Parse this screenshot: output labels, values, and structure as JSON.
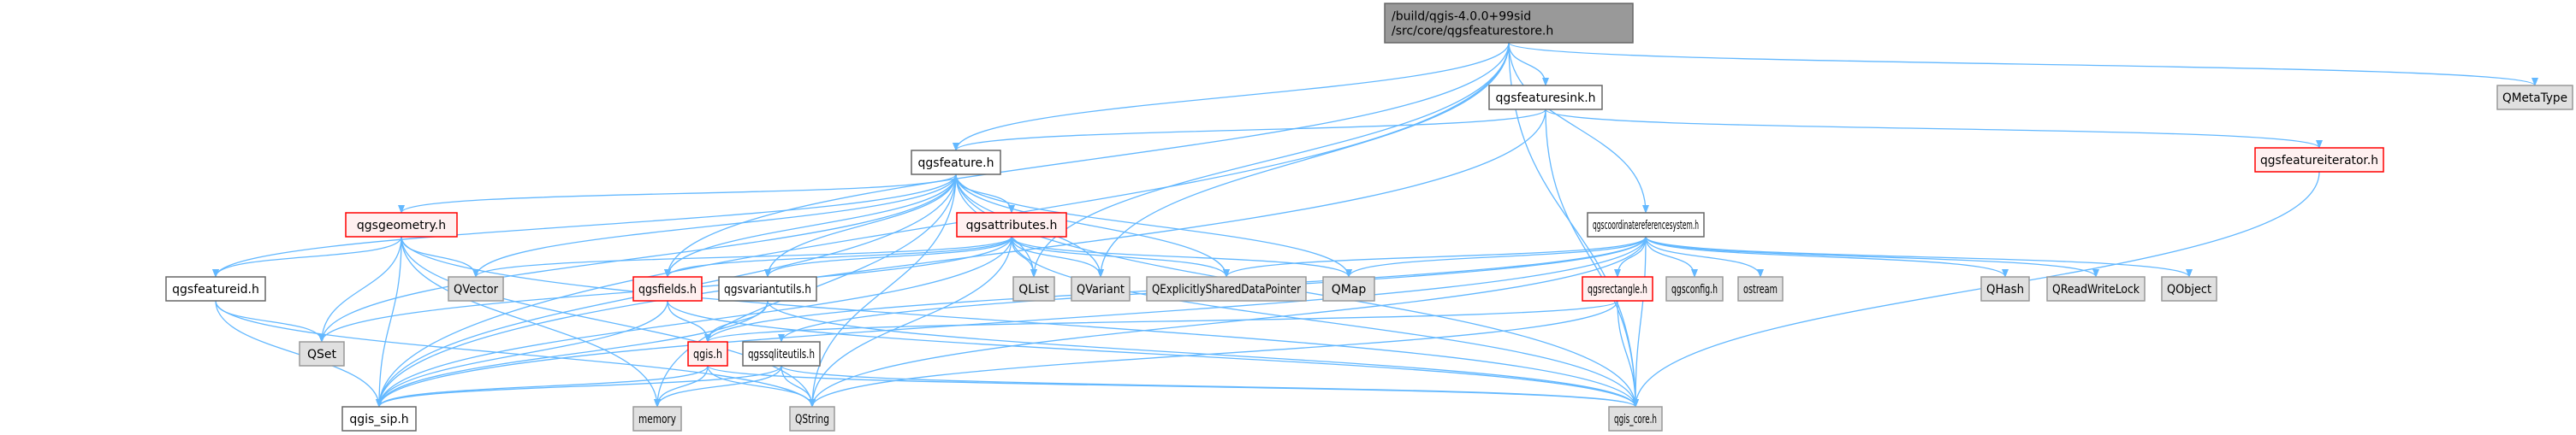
{
  "diagram": {
    "title": "Include dependency graph for qgsfeaturestore.h",
    "colors": {
      "edge": "#63b8ff",
      "root_fill": "#999999",
      "root_border": "#666666",
      "normal_fill": "#ffffff",
      "normal_border": "#666666",
      "truncated_fill": "#fff0f0",
      "truncated_border": "#ff0000",
      "external_fill": "#e0e0e0",
      "external_border": "#999999"
    },
    "nodes": [
      {
        "id": "root",
        "lines": [
          "/build/qgis-4.0.0+99sid",
          "/src/core/qgsfeaturestore.h"
        ],
        "kind": "root"
      },
      {
        "id": "qgsfeaturesink",
        "lines": [
          "qgsfeaturesink.h"
        ],
        "kind": "normal"
      },
      {
        "id": "QMetaType",
        "lines": [
          "QMetaType"
        ],
        "kind": "external"
      },
      {
        "id": "qgsfeature",
        "lines": [
          "qgsfeature.h"
        ],
        "kind": "normal"
      },
      {
        "id": "qgsfeatureiterator",
        "lines": [
          "qgsfeatureiterator.h"
        ],
        "kind": "truncated"
      },
      {
        "id": "qgscrs",
        "lines": [
          "qgscoordinatereferencesystem.h"
        ],
        "kind": "normal"
      },
      {
        "id": "qgsgeometry",
        "lines": [
          "qgsgeometry.h"
        ],
        "kind": "truncated"
      },
      {
        "id": "qgsattributes",
        "lines": [
          "qgsattributes.h"
        ],
        "kind": "truncated"
      },
      {
        "id": "qgsfeatureid",
        "lines": [
          "qgsfeatureid.h"
        ],
        "kind": "normal"
      },
      {
        "id": "QVector",
        "lines": [
          "QVector"
        ],
        "kind": "external"
      },
      {
        "id": "qgsfields",
        "lines": [
          "qgsfields.h"
        ],
        "kind": "truncated"
      },
      {
        "id": "qgsvariantutils",
        "lines": [
          "qgsvariantutils.h"
        ],
        "kind": "normal"
      },
      {
        "id": "QList",
        "lines": [
          "QList"
        ],
        "kind": "external"
      },
      {
        "id": "QVariant",
        "lines": [
          "QVariant"
        ],
        "kind": "external"
      },
      {
        "id": "QESDP",
        "lines": [
          "QExplicitlySharedDataPointer"
        ],
        "kind": "external"
      },
      {
        "id": "QMap",
        "lines": [
          "QMap"
        ],
        "kind": "external"
      },
      {
        "id": "qgsrectangle",
        "lines": [
          "qgsrectangle.h"
        ],
        "kind": "truncated"
      },
      {
        "id": "qgsconfig",
        "lines": [
          "qgsconfig.h"
        ],
        "kind": "external"
      },
      {
        "id": "ostream",
        "lines": [
          "ostream"
        ],
        "kind": "external"
      },
      {
        "id": "QHash",
        "lines": [
          "QHash"
        ],
        "kind": "external"
      },
      {
        "id": "QReadWriteLock",
        "lines": [
          "QReadWriteLock"
        ],
        "kind": "external"
      },
      {
        "id": "QObject",
        "lines": [
          "QObject"
        ],
        "kind": "external"
      },
      {
        "id": "QSet",
        "lines": [
          "QSet"
        ],
        "kind": "external"
      },
      {
        "id": "qgis",
        "lines": [
          "qgis.h"
        ],
        "kind": "truncated"
      },
      {
        "id": "qgssqliteutils",
        "lines": [
          "qgssqliteutils.h"
        ],
        "kind": "normal"
      },
      {
        "id": "qgis_sip",
        "lines": [
          "qgis_sip.h"
        ],
        "kind": "normal"
      },
      {
        "id": "memory",
        "lines": [
          "memory"
        ],
        "kind": "external"
      },
      {
        "id": "QString",
        "lines": [
          "QString"
        ],
        "kind": "external"
      },
      {
        "id": "qgis_core",
        "lines": [
          "qgis_core.h"
        ],
        "kind": "external"
      }
    ],
    "edges": [
      [
        "root",
        "qgsfeaturesink"
      ],
      [
        "root",
        "QMetaType"
      ],
      [
        "root",
        "qgsfeature"
      ],
      [
        "root",
        "qgscrs"
      ],
      [
        "root",
        "qgis_sip"
      ],
      [
        "root",
        "qgis_core"
      ],
      [
        "root",
        "qgsfields"
      ],
      [
        "root",
        "QList"
      ],
      [
        "root",
        "QVariant"
      ],
      [
        "qgsfeaturesink",
        "qgsfeature"
      ],
      [
        "qgsfeaturesink",
        "qgsfeatureiterator"
      ],
      [
        "qgsfeaturesink",
        "qgis_core"
      ],
      [
        "qgsfeaturesink",
        "qgis_sip"
      ],
      [
        "qgsfeature",
        "qgsgeometry"
      ],
      [
        "qgsfeature",
        "qgsattributes"
      ],
      [
        "qgsfeature",
        "qgsfeatureid"
      ],
      [
        "qgsfeature",
        "QVector"
      ],
      [
        "qgsfeature",
        "qgsfields"
      ],
      [
        "qgsfeature",
        "qgsvariantutils"
      ],
      [
        "qgsfeature",
        "QList"
      ],
      [
        "qgsfeature",
        "QVariant"
      ],
      [
        "qgsfeature",
        "QESDP"
      ],
      [
        "qgsfeature",
        "QMap"
      ],
      [
        "qgsfeature",
        "QSet"
      ],
      [
        "qgsfeature",
        "qgis_sip"
      ],
      [
        "qgsfeature",
        "memory"
      ],
      [
        "qgsfeature",
        "QString"
      ],
      [
        "qgsfeature",
        "qgis_core"
      ],
      [
        "qgsfeatureiterator",
        "qgis_core"
      ],
      [
        "qgsgeometry",
        "qgsfeatureid"
      ],
      [
        "qgsgeometry",
        "QVector"
      ],
      [
        "qgsgeometry",
        "QSet"
      ],
      [
        "qgsgeometry",
        "qgis_sip"
      ],
      [
        "qgsgeometry",
        "memory"
      ],
      [
        "qgsgeometry",
        "QString"
      ],
      [
        "qgsgeometry",
        "qgis_core"
      ],
      [
        "qgsattributes",
        "QList"
      ],
      [
        "qgsattributes",
        "QVariant"
      ],
      [
        "qgsattributes",
        "QESDP"
      ],
      [
        "qgsattributes",
        "QMap"
      ],
      [
        "qgsattributes",
        "QVector"
      ],
      [
        "qgsattributes",
        "qgsfields"
      ],
      [
        "qgsattributes",
        "qgsvariantutils"
      ],
      [
        "qgsattributes",
        "QString"
      ],
      [
        "qgsattributes",
        "qgis_sip"
      ],
      [
        "qgsattributes",
        "qgis_core"
      ],
      [
        "qgsattributes",
        "QSet"
      ],
      [
        "qgsfeatureid",
        "QSet"
      ],
      [
        "qgsfeatureid",
        "qgis_sip"
      ],
      [
        "qgsfeatureid",
        "QString"
      ],
      [
        "qgsfields",
        "qgis"
      ],
      [
        "qgsfields",
        "qgis_sip"
      ],
      [
        "qgsfields",
        "qgis_core"
      ],
      [
        "qgsvariantutils",
        "qgis"
      ],
      [
        "qgsvariantutils",
        "qgis_sip"
      ],
      [
        "qgsvariantutils",
        "qgis_core"
      ],
      [
        "qgscrs",
        "QMap"
      ],
      [
        "qgscrs",
        "QESDP"
      ],
      [
        "qgscrs",
        "qgsrectangle"
      ],
      [
        "qgscrs",
        "qgsconfig"
      ],
      [
        "qgscrs",
        "ostream"
      ],
      [
        "qgscrs",
        "QHash"
      ],
      [
        "qgscrs",
        "QReadWriteLock"
      ],
      [
        "qgscrs",
        "QObject"
      ],
      [
        "qgscrs",
        "qgis"
      ],
      [
        "qgscrs",
        "qgssqliteutils"
      ],
      [
        "qgscrs",
        "qgis_sip"
      ],
      [
        "qgscrs",
        "QString"
      ],
      [
        "qgscrs",
        "qgis_core"
      ],
      [
        "qgsrectangle",
        "qgis"
      ],
      [
        "qgsrectangle",
        "QString"
      ],
      [
        "qgsrectangle",
        "qgis_core"
      ],
      [
        "qgis",
        "memory"
      ],
      [
        "qgis",
        "QString"
      ],
      [
        "qgis",
        "qgis_sip"
      ],
      [
        "qgis",
        "qgis_core"
      ],
      [
        "qgssqliteutils",
        "memory"
      ],
      [
        "qgssqliteutils",
        "QString"
      ],
      [
        "qgssqliteutils",
        "qgis_core"
      ],
      [
        "qgssqliteutils",
        "qgis_sip"
      ]
    ]
  }
}
